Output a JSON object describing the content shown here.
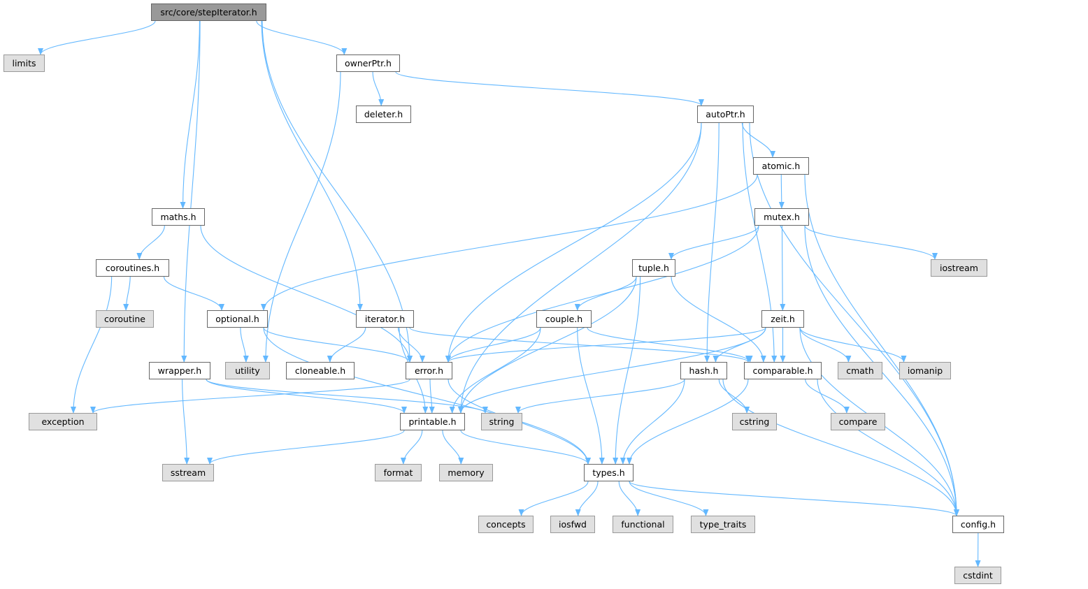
{
  "graph": {
    "title": "src/core/stepIterator.h",
    "edge_color": "#63b8ff",
    "nodes": {
      "root": "src/core/stepIterator.h",
      "limits": "limits",
      "ownerPtr": "ownerPtr.h",
      "deleter": "deleter.h",
      "autoPtr": "autoPtr.h",
      "atomic": "atomic.h",
      "maths": "maths.h",
      "mutex": "mutex.h",
      "coroutines": "coroutines.h",
      "tuple": "tuple.h",
      "iostream": "iostream",
      "coroutine": "coroutine",
      "optional": "optional.h",
      "iterator": "iterator.h",
      "couple": "couple.h",
      "zeit": "zeit.h",
      "wrapper": "wrapper.h",
      "utility": "utility",
      "cloneable": "cloneable.h",
      "error": "error.h",
      "hash": "hash.h",
      "comparable": "comparable.h",
      "cmath": "cmath",
      "iomanip": "iomanip",
      "exception": "exception",
      "string": "string",
      "printable": "printable.h",
      "cstring": "cstring",
      "compare": "compare",
      "sstream": "sstream",
      "format": "format",
      "memory": "memory",
      "types": "types.h",
      "concepts": "concepts",
      "iosfwd": "iosfwd",
      "functional": "functional",
      "type_traits": "type_traits",
      "config": "config.h",
      "cstdint": "cstdint"
    },
    "edges": [
      [
        "root",
        "limits"
      ],
      [
        "root",
        "ownerPtr"
      ],
      [
        "root",
        "maths"
      ],
      [
        "root",
        "wrapper"
      ],
      [
        "root",
        "iterator"
      ],
      [
        "root",
        "error"
      ],
      [
        "ownerPtr",
        "deleter"
      ],
      [
        "ownerPtr",
        "autoPtr"
      ],
      [
        "ownerPtr",
        "utility"
      ],
      [
        "autoPtr",
        "atomic"
      ],
      [
        "autoPtr",
        "hash"
      ],
      [
        "autoPtr",
        "error"
      ],
      [
        "autoPtr",
        "printable"
      ],
      [
        "autoPtr",
        "comparable"
      ],
      [
        "autoPtr",
        "config"
      ],
      [
        "atomic",
        "mutex"
      ],
      [
        "atomic",
        "optional"
      ],
      [
        "atomic",
        "config"
      ],
      [
        "mutex",
        "tuple"
      ],
      [
        "mutex",
        "iostream"
      ],
      [
        "mutex",
        "zeit"
      ],
      [
        "mutex",
        "error"
      ],
      [
        "mutex",
        "config"
      ],
      [
        "maths",
        "coroutines"
      ],
      [
        "maths",
        "error"
      ],
      [
        "coroutines",
        "coroutine"
      ],
      [
        "coroutines",
        "optional"
      ],
      [
        "coroutines",
        "exception"
      ],
      [
        "tuple",
        "couple"
      ],
      [
        "tuple",
        "printable"
      ],
      [
        "tuple",
        "types"
      ],
      [
        "tuple",
        "comparable"
      ],
      [
        "optional",
        "utility"
      ],
      [
        "optional",
        "error"
      ],
      [
        "optional",
        "types"
      ],
      [
        "iterator",
        "cloneable"
      ],
      [
        "iterator",
        "error"
      ],
      [
        "iterator",
        "printable"
      ],
      [
        "iterator",
        "comparable"
      ],
      [
        "couple",
        "error"
      ],
      [
        "couple",
        "printable"
      ],
      [
        "couple",
        "types"
      ],
      [
        "couple",
        "comparable"
      ],
      [
        "zeit",
        "error"
      ],
      [
        "zeit",
        "printable"
      ],
      [
        "zeit",
        "hash"
      ],
      [
        "zeit",
        "comparable"
      ],
      [
        "zeit",
        "cmath"
      ],
      [
        "zeit",
        "iomanip"
      ],
      [
        "zeit",
        "config"
      ],
      [
        "wrapper",
        "sstream"
      ],
      [
        "wrapper",
        "printable"
      ],
      [
        "wrapper",
        "string"
      ],
      [
        "error",
        "exception"
      ],
      [
        "error",
        "printable"
      ],
      [
        "error",
        "types"
      ],
      [
        "hash",
        "string"
      ],
      [
        "hash",
        "cstring"
      ],
      [
        "hash",
        "types"
      ],
      [
        "hash",
        "config"
      ],
      [
        "comparable",
        "compare"
      ],
      [
        "comparable",
        "types"
      ],
      [
        "comparable",
        "config"
      ],
      [
        "printable",
        "sstream"
      ],
      [
        "printable",
        "format"
      ],
      [
        "printable",
        "memory"
      ],
      [
        "printable",
        "types"
      ],
      [
        "types",
        "concepts"
      ],
      [
        "types",
        "iosfwd"
      ],
      [
        "types",
        "functional"
      ],
      [
        "types",
        "type_traits"
      ],
      [
        "types",
        "config"
      ],
      [
        "config",
        "cstdint"
      ]
    ]
  }
}
